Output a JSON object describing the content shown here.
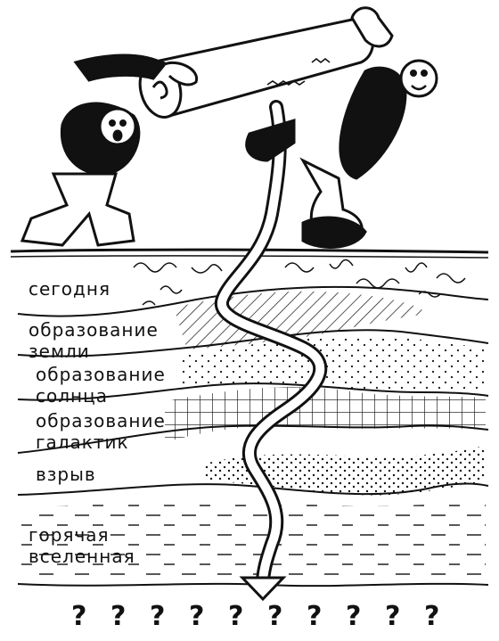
{
  "layers": [
    {
      "lines": [
        "сегодня"
      ]
    },
    {
      "lines": [
        "образование",
        "земли"
      ]
    },
    {
      "lines": [
        "образование",
        "солнца"
      ]
    },
    {
      "lines": [
        "образование",
        "галактик"
      ]
    },
    {
      "lines": [
        "взрыв"
      ]
    },
    {
      "lines": [
        "горячая",
        "вселенная"
      ]
    }
  ],
  "bottom_marks": [
    "?",
    "?",
    "?",
    "?",
    "?",
    "?",
    "?",
    "?",
    "?",
    "?"
  ],
  "colors": {
    "ink": "#111111",
    "paper": "#ffffff"
  },
  "icons": [
    "cartoon-figure-left-icon",
    "cartoon-figure-right-icon",
    "scroll-icon",
    "arrow-down-icon"
  ]
}
